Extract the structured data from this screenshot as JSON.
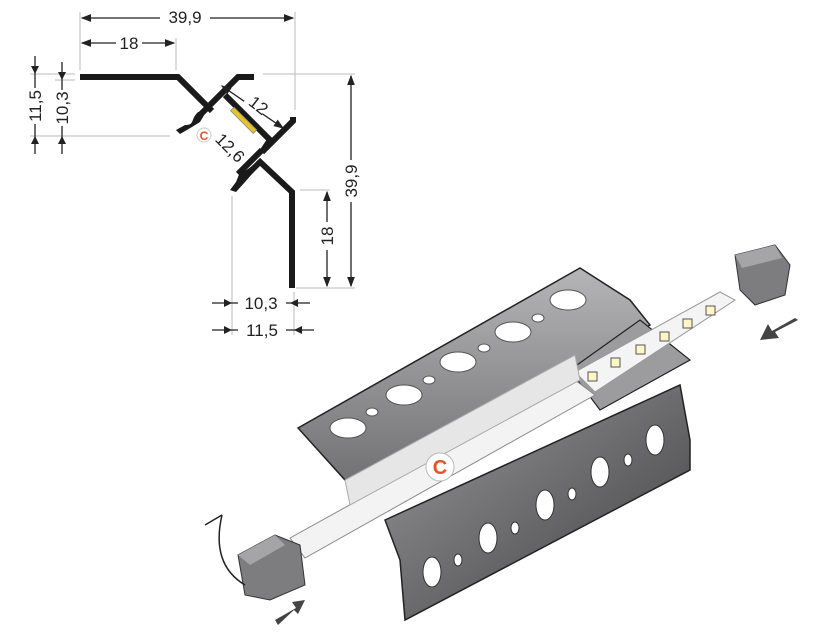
{
  "cross_section": {
    "width_total": "39,9",
    "flange_top": "18",
    "left_height_outer": "11,5",
    "left_height_inner": "10,3",
    "diffuser_width": "12",
    "led_width": "12,6",
    "height_total": "39,9",
    "flange_right": "18",
    "bottom_inner": "10,3",
    "bottom_outer": "11,5"
  },
  "logo_letter": "C",
  "colors": {
    "profile": "#1a1a1a",
    "logo": "#e8502a",
    "aluminium": "#8a8a8c",
    "diffuser": "#f2f2f2"
  }
}
